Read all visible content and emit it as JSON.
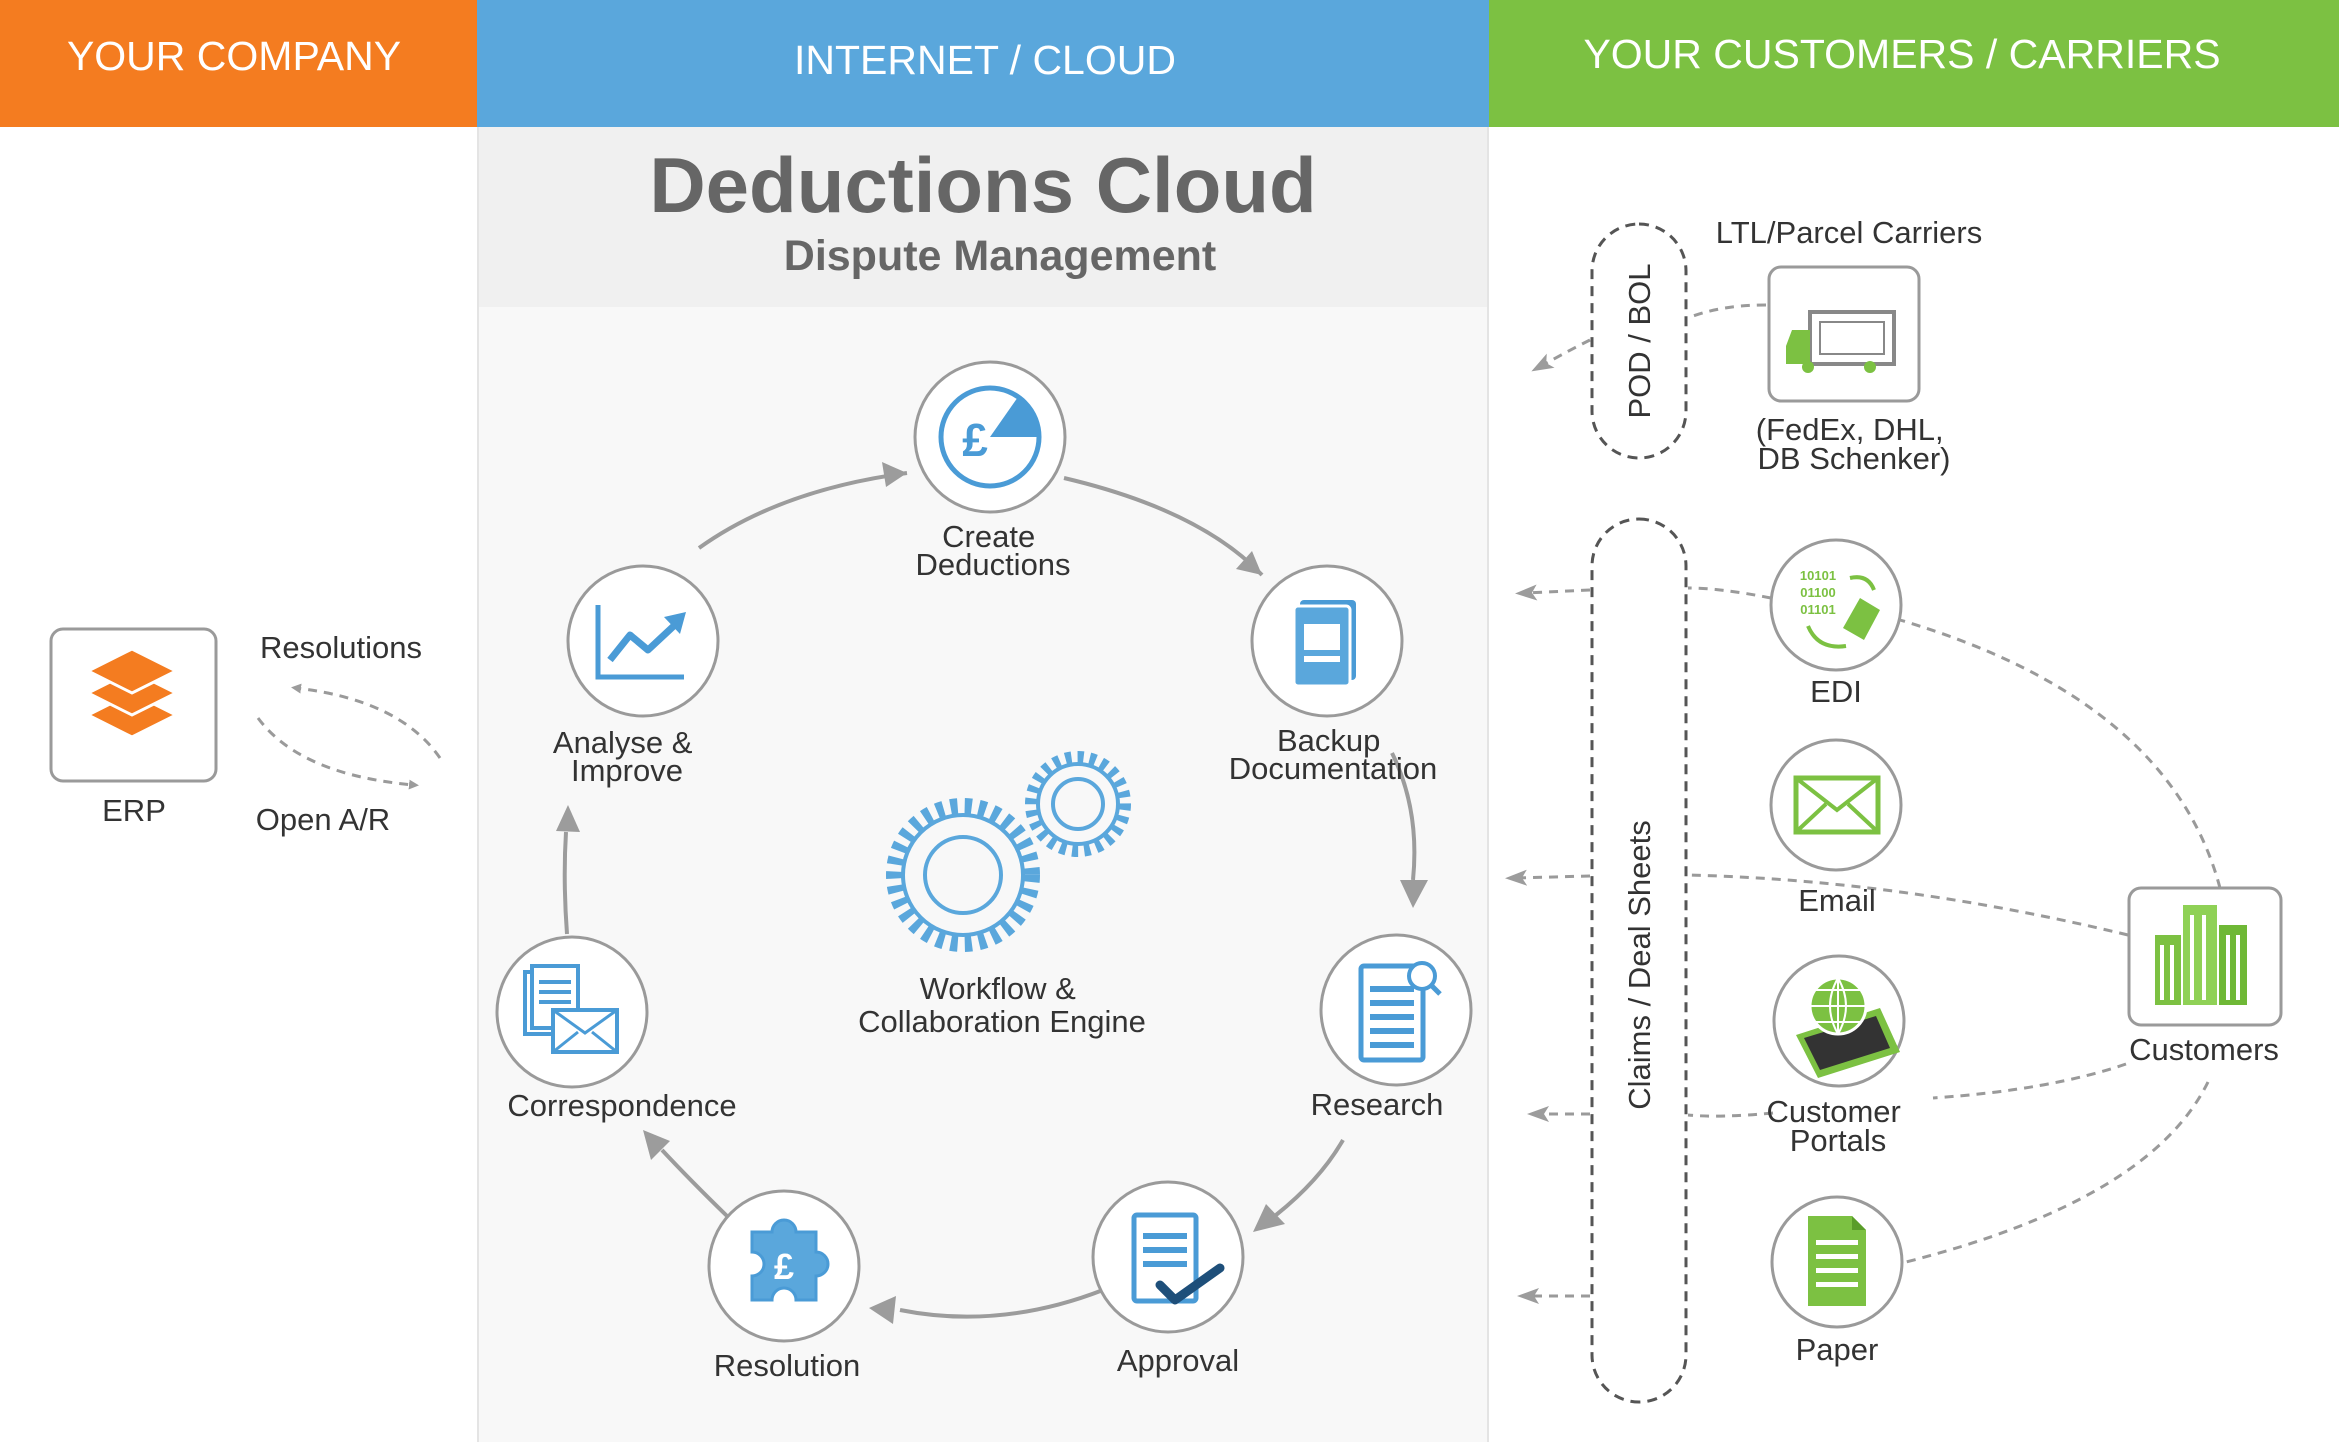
{
  "headers": {
    "company": "YOUR COMPANY",
    "cloud": "INTERNET / CLOUD",
    "customers": "YOUR CUSTOMERS / CARRIERS"
  },
  "colors": {
    "company": "#f47c20",
    "cloud": "#5aa7dc",
    "customers": "#7cc142",
    "icon_blue": "#4a9bd6",
    "icon_green": "#7cc142",
    "icon_orange": "#f47c20"
  },
  "cloud_panel": {
    "title": "Deductions Cloud",
    "subtitle": "Dispute Management"
  },
  "left": {
    "erp_label": "ERP",
    "resolutions_label": "Resolutions",
    "open_ar_label": "Open A/R"
  },
  "cycle": {
    "create": [
      "Create",
      "Deductions"
    ],
    "backup": [
      "Backup",
      "Documentation"
    ],
    "research": "Research",
    "approval": "Approval",
    "resolution": "Resolution",
    "correspondence": "Correspondence",
    "analyse": [
      "Analyse &",
      "Improve"
    ],
    "engine": [
      "Workflow &",
      "Collaboration Engine"
    ]
  },
  "right": {
    "pod_bol": "POD / BOL",
    "carriers_title": "LTL/Parcel Carriers",
    "carriers_examples": [
      "(FedEx, DHL,",
      "DB Schenker)"
    ],
    "claims": "Claims / Deal Sheets",
    "edi": "EDI",
    "edi_digits": [
      "10101",
      "01100",
      "01101"
    ],
    "email": "Email",
    "portals": [
      "Customer",
      "Portals"
    ],
    "paper": "Paper",
    "customers": "Customers"
  },
  "icons": {
    "erp": "stacked-layers-icon",
    "create": "pound-pie-icon",
    "backup": "documents-icon",
    "research": "search-document-icon",
    "approval": "checked-document-icon",
    "resolution": "puzzle-icon",
    "correspondence": "letters-icon",
    "analyse": "trend-chart-icon",
    "engine": "gears-icon",
    "truck": "truck-icon",
    "edi": "edi-icon",
    "email": "envelope-icon",
    "portals": "globe-laptop-icon",
    "paper": "paper-icon",
    "customers": "buildings-icon"
  }
}
